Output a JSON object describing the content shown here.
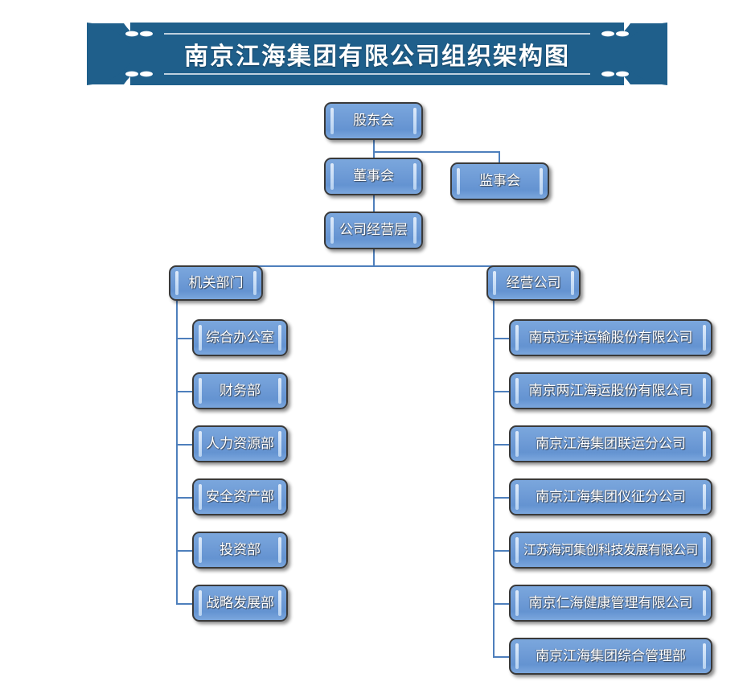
{
  "document": {
    "title": "南京江海集团有限公司组织架构图",
    "type": "organization-chart",
    "background_color": "#FFFFFF"
  },
  "banner": {
    "text": "南京江海集团有限公司组织架构图",
    "fill_color": "#1F5F8B",
    "text_color": "#FFFFFF"
  },
  "style": {
    "node_fill_top": "#7BA7DD",
    "node_fill_bottom": "#6493D1",
    "node_border": "#3A3A3A",
    "node_text": "#FFFFFF",
    "accent_bar": "#CFE2F8",
    "connector": "#4E7FBC"
  },
  "nodes": {
    "shareholders": "股东会",
    "board_of_directors": "董事会",
    "board_of_supervisors": "监事会",
    "management": "公司经营层",
    "branch_admin": "机关部门",
    "branch_operating": "经营公司"
  },
  "admin_departments": [
    {
      "label": "综合办公室"
    },
    {
      "label": "财务部"
    },
    {
      "label": "人力资源部"
    },
    {
      "label": "安全资产部"
    },
    {
      "label": "投资部"
    },
    {
      "label": "战略发展部"
    }
  ],
  "operating_companies": [
    {
      "label": "南京远洋运输股份有限公司"
    },
    {
      "label": "南京两江海运股份有限公司"
    },
    {
      "label": "南京江海集团联运分公司"
    },
    {
      "label": "南京江海集团仪征分公司"
    },
    {
      "label": "江苏海河集创科技发展有限公司"
    },
    {
      "label": "南京仁海健康管理有限公司"
    },
    {
      "label": "南京江海集团综合管理部"
    }
  ]
}
